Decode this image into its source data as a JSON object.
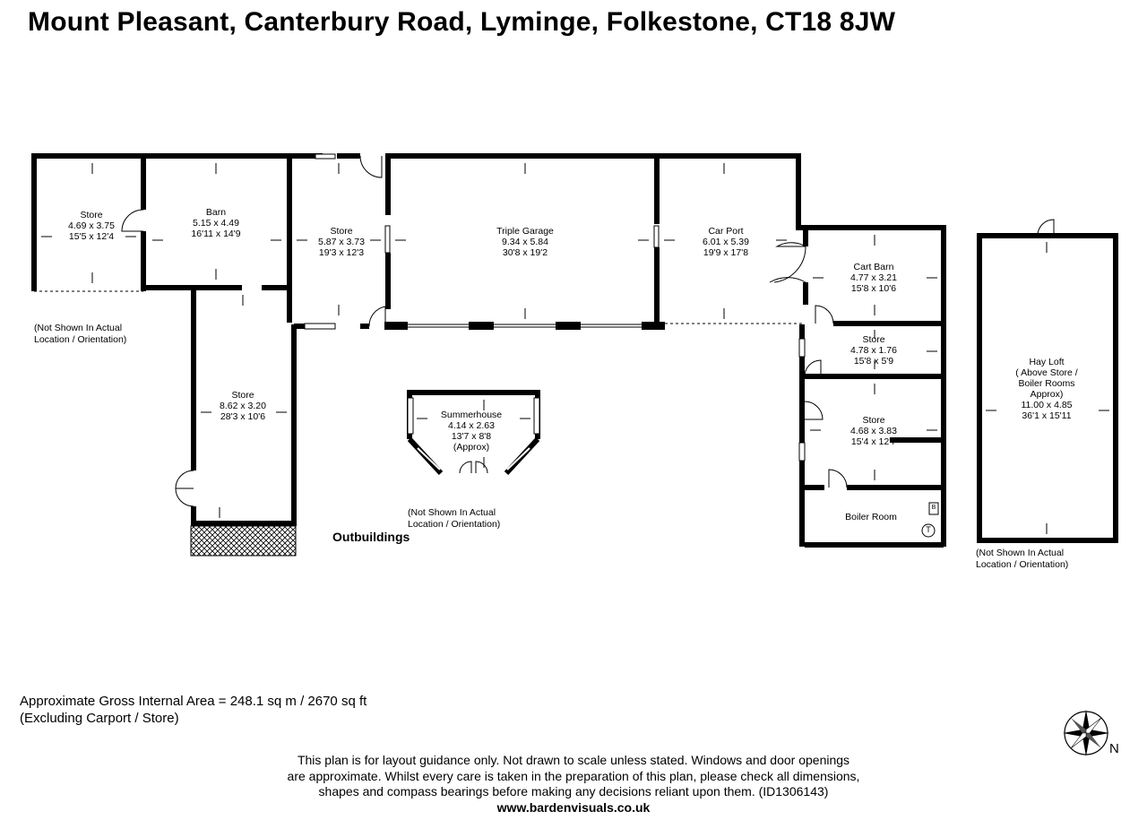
{
  "title": "Mount Pleasant, Canterbury Road, Lyminge, Folkestone, CT18 8JW",
  "rooms": [
    {
      "id": "store1",
      "lines": [
        "Store",
        "4.69 x 3.75",
        "15'5 x 12'4"
      ]
    },
    {
      "id": "barn",
      "lines": [
        "Barn",
        "5.15 x 4.49",
        "16'11 x 14'9"
      ]
    },
    {
      "id": "store2",
      "lines": [
        "Store",
        "5.87 x 3.73",
        "19'3 x 12'3"
      ]
    },
    {
      "id": "garage",
      "lines": [
        "Triple Garage",
        "9.34 x 5.84",
        "30'8 x 19'2"
      ]
    },
    {
      "id": "carport",
      "lines": [
        "Car Port",
        "6.01 x 5.39",
        "19'9 x 17'8"
      ]
    },
    {
      "id": "cartbarn",
      "lines": [
        "Cart Barn",
        "4.77 x 3.21",
        "15'8 x 10'6"
      ]
    },
    {
      "id": "store3",
      "lines": [
        "Store",
        "4.78 x 1.76",
        "15'8 x 5'9"
      ]
    },
    {
      "id": "store4",
      "lines": [
        "Store",
        "4.68 x 3.83",
        "15'4 x 12'7"
      ]
    },
    {
      "id": "boiler",
      "lines": [
        "Boiler Room"
      ]
    },
    {
      "id": "store5",
      "lines": [
        "Store",
        "8.62 x 3.20",
        "28'3 x 10'6"
      ]
    },
    {
      "id": "summerhouse",
      "lines": [
        "Summerhouse",
        "4.14 x 2.63",
        "13'7 x 8'8",
        "(Approx)"
      ]
    },
    {
      "id": "hayloft",
      "lines": [
        "Hay Loft",
        "( Above Store /",
        "Boiler Rooms",
        "Approx)",
        "11.00 x 4.85",
        "36'1 x 15'11"
      ]
    }
  ],
  "notes": {
    "not_shown_1": [
      "(Not Shown In Actual",
      "Location / Orientation)"
    ],
    "not_shown_2": [
      "(Not Shown In Actual",
      "Location / Orientation)"
    ],
    "not_shown_3": [
      "(Not Shown In Actual",
      "Location / Orientation)"
    ]
  },
  "outbuildings_label": "Outbuildings",
  "area": {
    "line1": "Approximate Gross Internal Area = 248.1 sq m / 2670 sq ft",
    "line2": "(Excluding Carport / Store)"
  },
  "disclaimer": {
    "line1": "This plan is for layout guidance only. Not drawn to scale unless stated. Windows and door openings",
    "line2": "are approximate. Whilst every care is taken in the preparation of this plan, please check all dimensions,",
    "line3": "shapes and compass bearings before making any decisions reliant upon them. (ID1306143)",
    "url": "www.bardenvisuals.co.uk"
  },
  "symbols": {
    "boiler": "B",
    "thermostat": "T"
  },
  "compass": {
    "label": "N",
    "icon": "compass-star-icon"
  },
  "colors": {
    "wall": "#000000",
    "hatch": "#000000",
    "background": "#ffffff"
  }
}
